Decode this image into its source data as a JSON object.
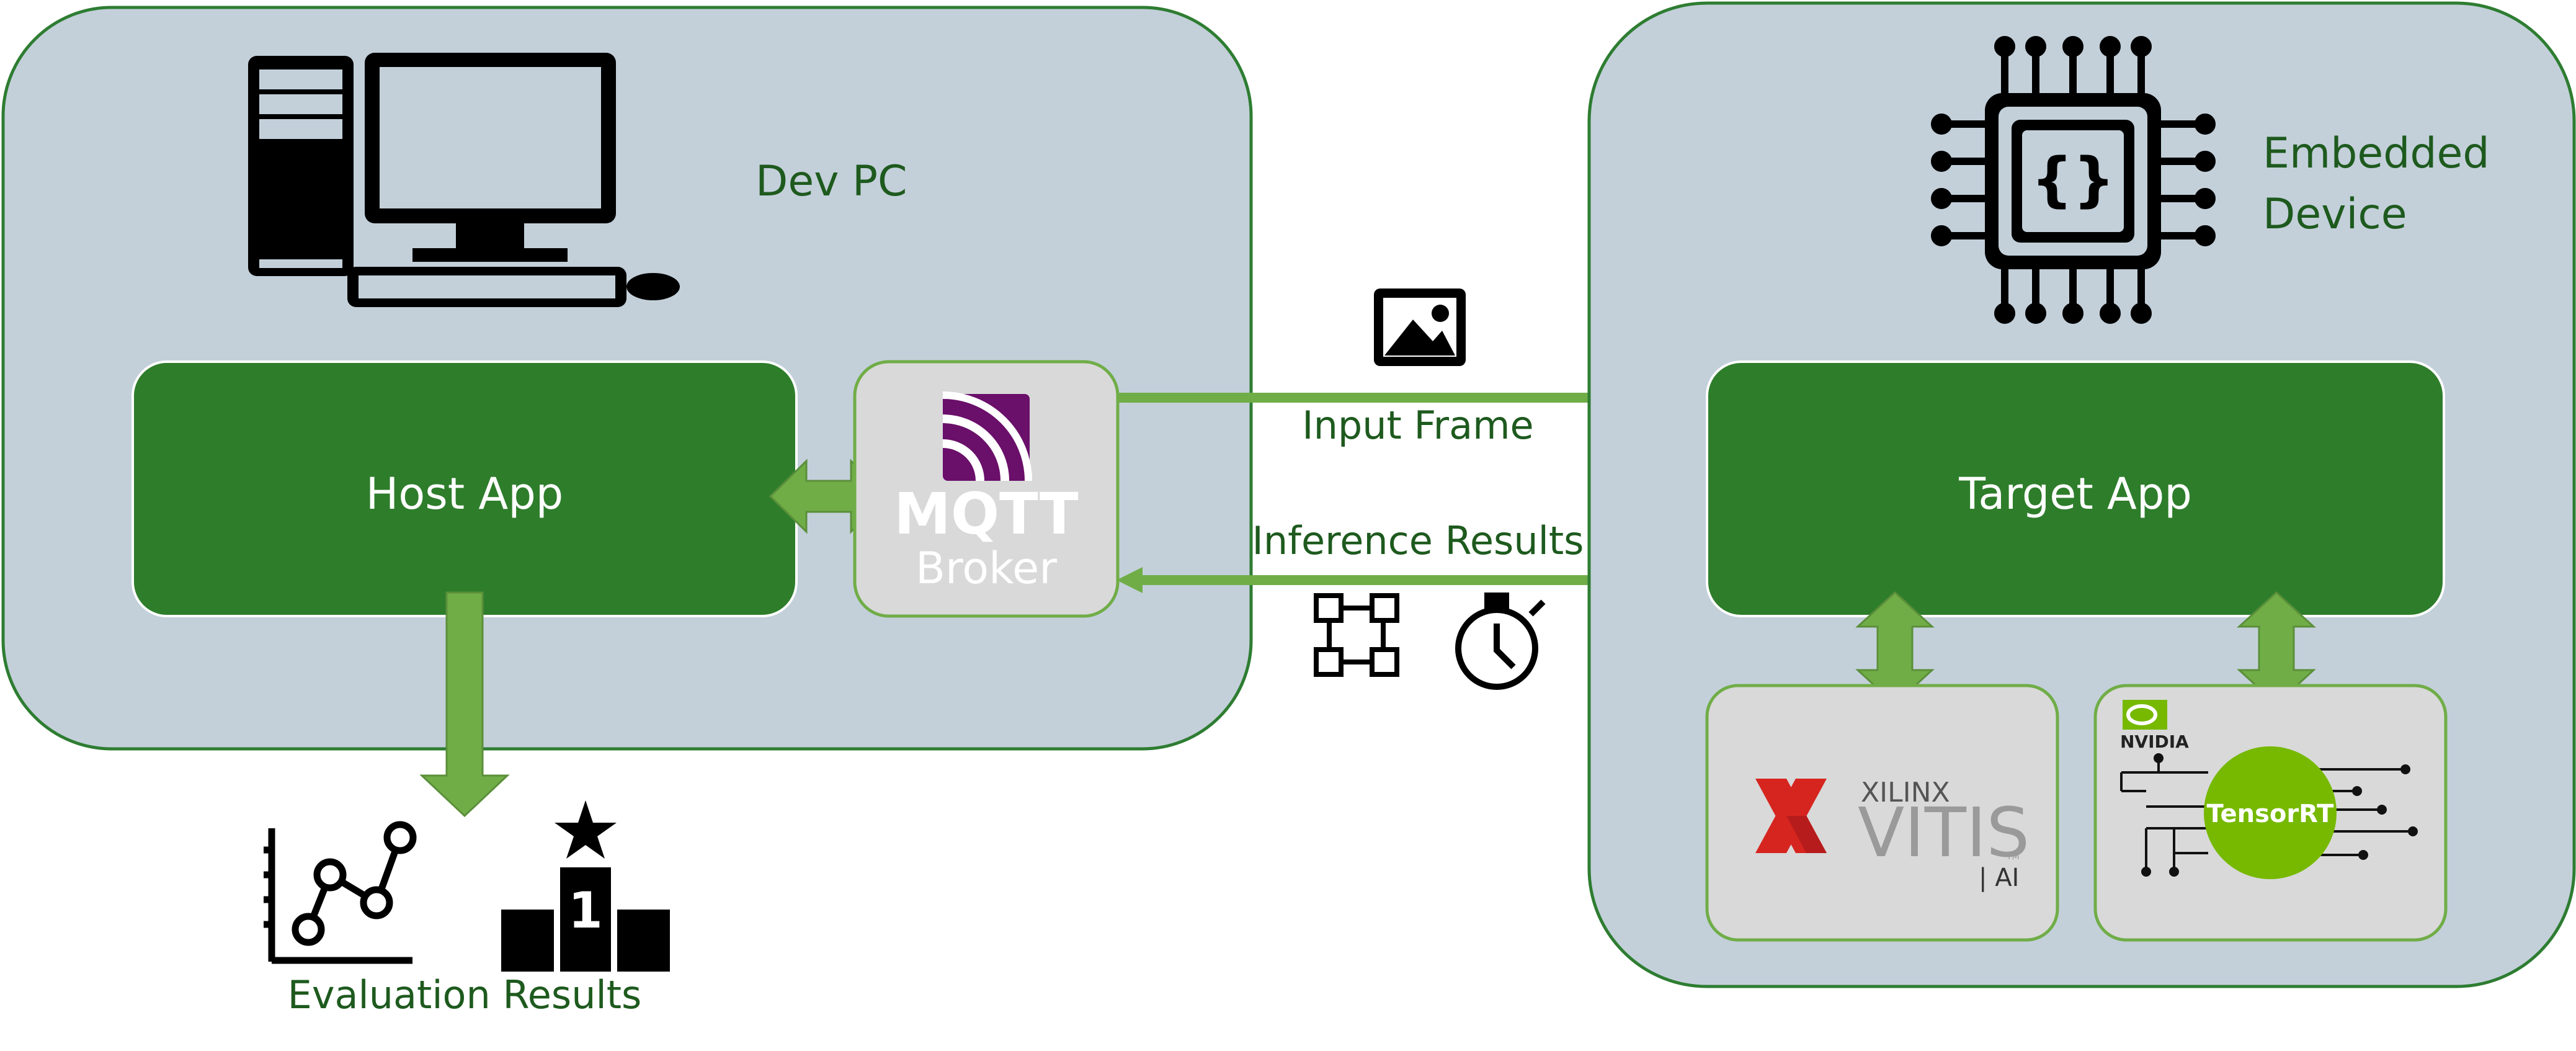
{
  "colors": {
    "panel_fill": "#c3d0da",
    "panel_stroke": "#2e7d32",
    "box_green": "#2e7d2b",
    "arrow_green": "#70ad47",
    "logo_box_fill": "#d9d9d9",
    "label_dark_green": "#1e5a1e",
    "text_white": "#ffffff",
    "mqtt_purple": "#6a0f6a",
    "xilinx_red": "#d6251f",
    "vitis_gray": "#9a9a9a",
    "nvidia_green": "#76b900"
  },
  "dev_pc": {
    "label": "Dev PC"
  },
  "embedded_device": {
    "label_line1": "Embedded",
    "label_line2": "Device"
  },
  "host_app": {
    "label": "Host App"
  },
  "target_app": {
    "label": "Target App"
  },
  "mqtt": {
    "word": "MQTT",
    "broker": "Broker"
  },
  "flows": {
    "input_frame": "Input Frame",
    "inference_results": "Inference Results"
  },
  "evaluation": {
    "label": "Evaluation Results",
    "podium_rank": "1"
  },
  "xilinx": {
    "brand": "XILINX",
    "product": "VITIS",
    "suffix": "| AI",
    "tm": "TM"
  },
  "nvidia": {
    "brand": "NVIDIA",
    "product": "TensorRT"
  },
  "icons": [
    "desktop-computer-icon",
    "chip-icon",
    "image-icon",
    "bounding-box-icon",
    "stopwatch-icon",
    "line-chart-icon",
    "podium-icon"
  ]
}
